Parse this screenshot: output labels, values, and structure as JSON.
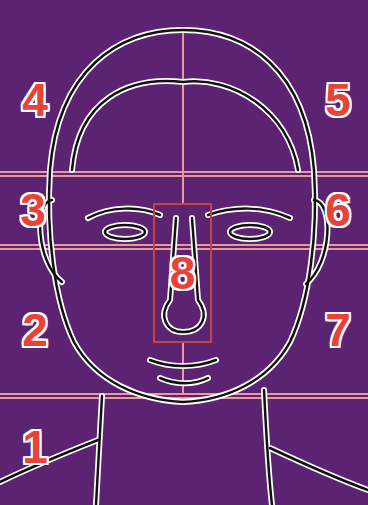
{
  "diagram": {
    "nodes": [
      {
        "text": [
          "8"
        ]
      }
    ],
    "labels": [
      "4",
      "5",
      "3",
      "6",
      "2",
      "7",
      "1"
    ]
  }
}
